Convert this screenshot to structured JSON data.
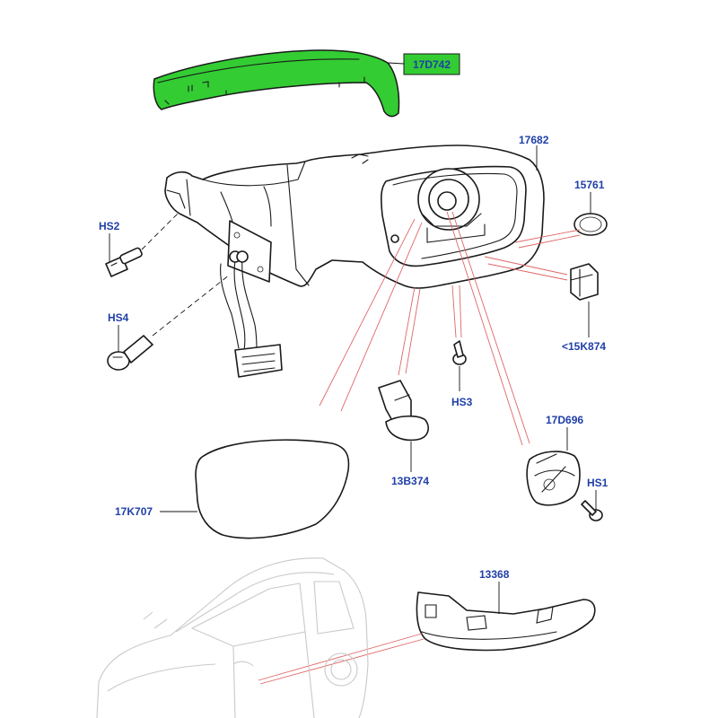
{
  "callouts": {
    "c17D742": "17D742",
    "c17682": "17682",
    "c15761": "15761",
    "cHS2": "HS2",
    "cHS4": "HS4",
    "c15K874": "<15K874",
    "cHS3": "HS3",
    "c17D696": "17D696",
    "cHS1": "HS1",
    "c13B374": "13B374",
    "c17K707": "17K707",
    "c13368": "13368"
  },
  "colors": {
    "highlight": "#33cc33",
    "callout_text": "#1f3fa8",
    "guide_lines": "#e06666",
    "car_outline": "#c9c9c9"
  }
}
